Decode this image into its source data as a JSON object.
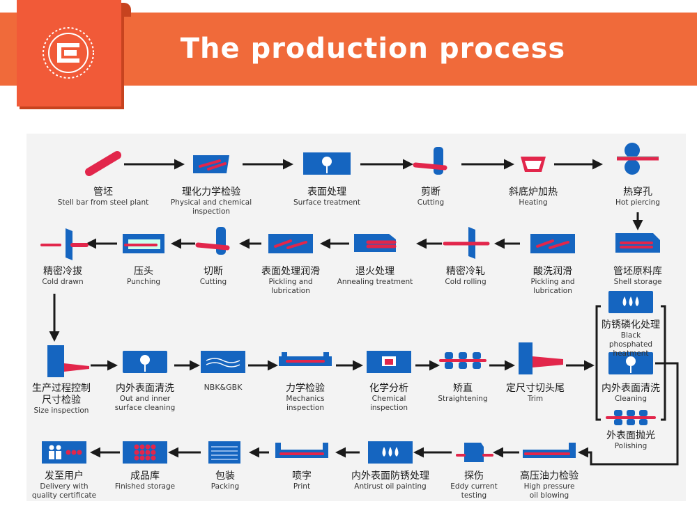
{
  "header": {
    "title": "The production process",
    "colors": {
      "banner": "#f06a3a",
      "tab": "#f15a38",
      "primary": "#1565c0",
      "accent": "#e2264b",
      "arrow": "#1a1a1a"
    }
  },
  "steps": [
    {
      "cn": "管坯",
      "en": [
        "Stell bar from steel plant"
      ],
      "icon": "steel-bar-icon"
    },
    {
      "cn": "理化力学检验",
      "en": [
        "Physical and chemical",
        "inspection"
      ],
      "icon": "inspection-icon"
    },
    {
      "cn": "表面处理",
      "en": [
        "Surface treatment"
      ],
      "icon": "surface-treatment-icon"
    },
    {
      "cn": "剪断",
      "en": [
        "Cutting"
      ],
      "icon": "cutting-icon"
    },
    {
      "cn": "斜底炉加热",
      "en": [
        "Heating"
      ],
      "icon": "furnace-icon"
    },
    {
      "cn": "热穿孔",
      "en": [
        "Hot piercing"
      ],
      "icon": "piercing-icon"
    },
    {
      "cn": "管坯原料库",
      "en": [
        "Shell storage"
      ],
      "icon": "shell-storage-icon"
    },
    {
      "cn": "酸洗润滑",
      "en": [
        "Pickling and",
        "lubrication"
      ],
      "icon": "pickling-icon"
    },
    {
      "cn": "精密冷轧",
      "en": [
        "Cold rolling"
      ],
      "icon": "cold-rolling-icon"
    },
    {
      "cn": "退火处理",
      "en": [
        "Annealing treatment"
      ],
      "icon": "annealing-icon"
    },
    {
      "cn": "表面处理润滑",
      "en": [
        "Pickling and",
        "lubrication"
      ],
      "icon": "pickling-icon"
    },
    {
      "cn": "切断",
      "en": [
        "Cutting"
      ],
      "icon": "cutting-icon"
    },
    {
      "cn": "压头",
      "en": [
        "Punching"
      ],
      "icon": "punching-icon"
    },
    {
      "cn": "精密冷拔",
      "en": [
        "Cold drawn"
      ],
      "icon": "cold-drawn-icon"
    },
    {
      "cn": "生产过程控制",
      "cn2": "尺寸检验",
      "en": [
        "Size inspection"
      ],
      "icon": "size-inspection-icon"
    },
    {
      "cn": "内外表面清洗",
      "en": [
        "Out and inner",
        "surface cleaning"
      ],
      "icon": "cleaning-icon"
    },
    {
      "cn": "",
      "en": [
        "NBK&GBK"
      ],
      "icon": "nbk-gbk-icon"
    },
    {
      "cn": "力学检验",
      "en": [
        "Mechanics",
        "inspection"
      ],
      "icon": "mechanics-icon"
    },
    {
      "cn": "化学分析",
      "en": [
        "Chemical",
        "inspection"
      ],
      "icon": "chemical-analysis-icon"
    },
    {
      "cn": "矫直",
      "en": [
        "Straightening"
      ],
      "icon": "straightening-icon"
    },
    {
      "cn": "定尺寸切头尾",
      "en": [
        "Trim"
      ],
      "icon": "trim-icon"
    },
    {
      "cn": "防锈磷化处理",
      "en": [
        "Black",
        "phosphated",
        "heatment"
      ],
      "icon": "phosphating-icon"
    },
    {
      "cn": "内外表面清洗",
      "en": [
        "Cleaning"
      ],
      "icon": "cleaning-icon"
    },
    {
      "cn": "外表面抛光",
      "en": [
        "Polishing"
      ],
      "icon": "polishing-icon"
    },
    {
      "cn": "高压油力检验",
      "en": [
        "High pressure",
        "oil blowing"
      ],
      "icon": "oil-blowing-icon"
    },
    {
      "cn": "探伤",
      "en": [
        "Eddy current",
        "testing"
      ],
      "icon": "eddy-current-icon"
    },
    {
      "cn": "内外表面防锈处理",
      "en": [
        "Antirust oil painting"
      ],
      "icon": "antirust-icon"
    },
    {
      "cn": "喷字",
      "en": [
        "Print"
      ],
      "icon": "print-icon"
    },
    {
      "cn": "包装",
      "en": [
        "Packing"
      ],
      "icon": "packing-icon"
    },
    {
      "cn": "成品库",
      "en": [
        "Finished storage"
      ],
      "icon": "finished-storage-icon"
    },
    {
      "cn": "发至用户",
      "en": [
        "Delivery with",
        "quality certificate"
      ],
      "icon": "delivery-icon"
    }
  ]
}
